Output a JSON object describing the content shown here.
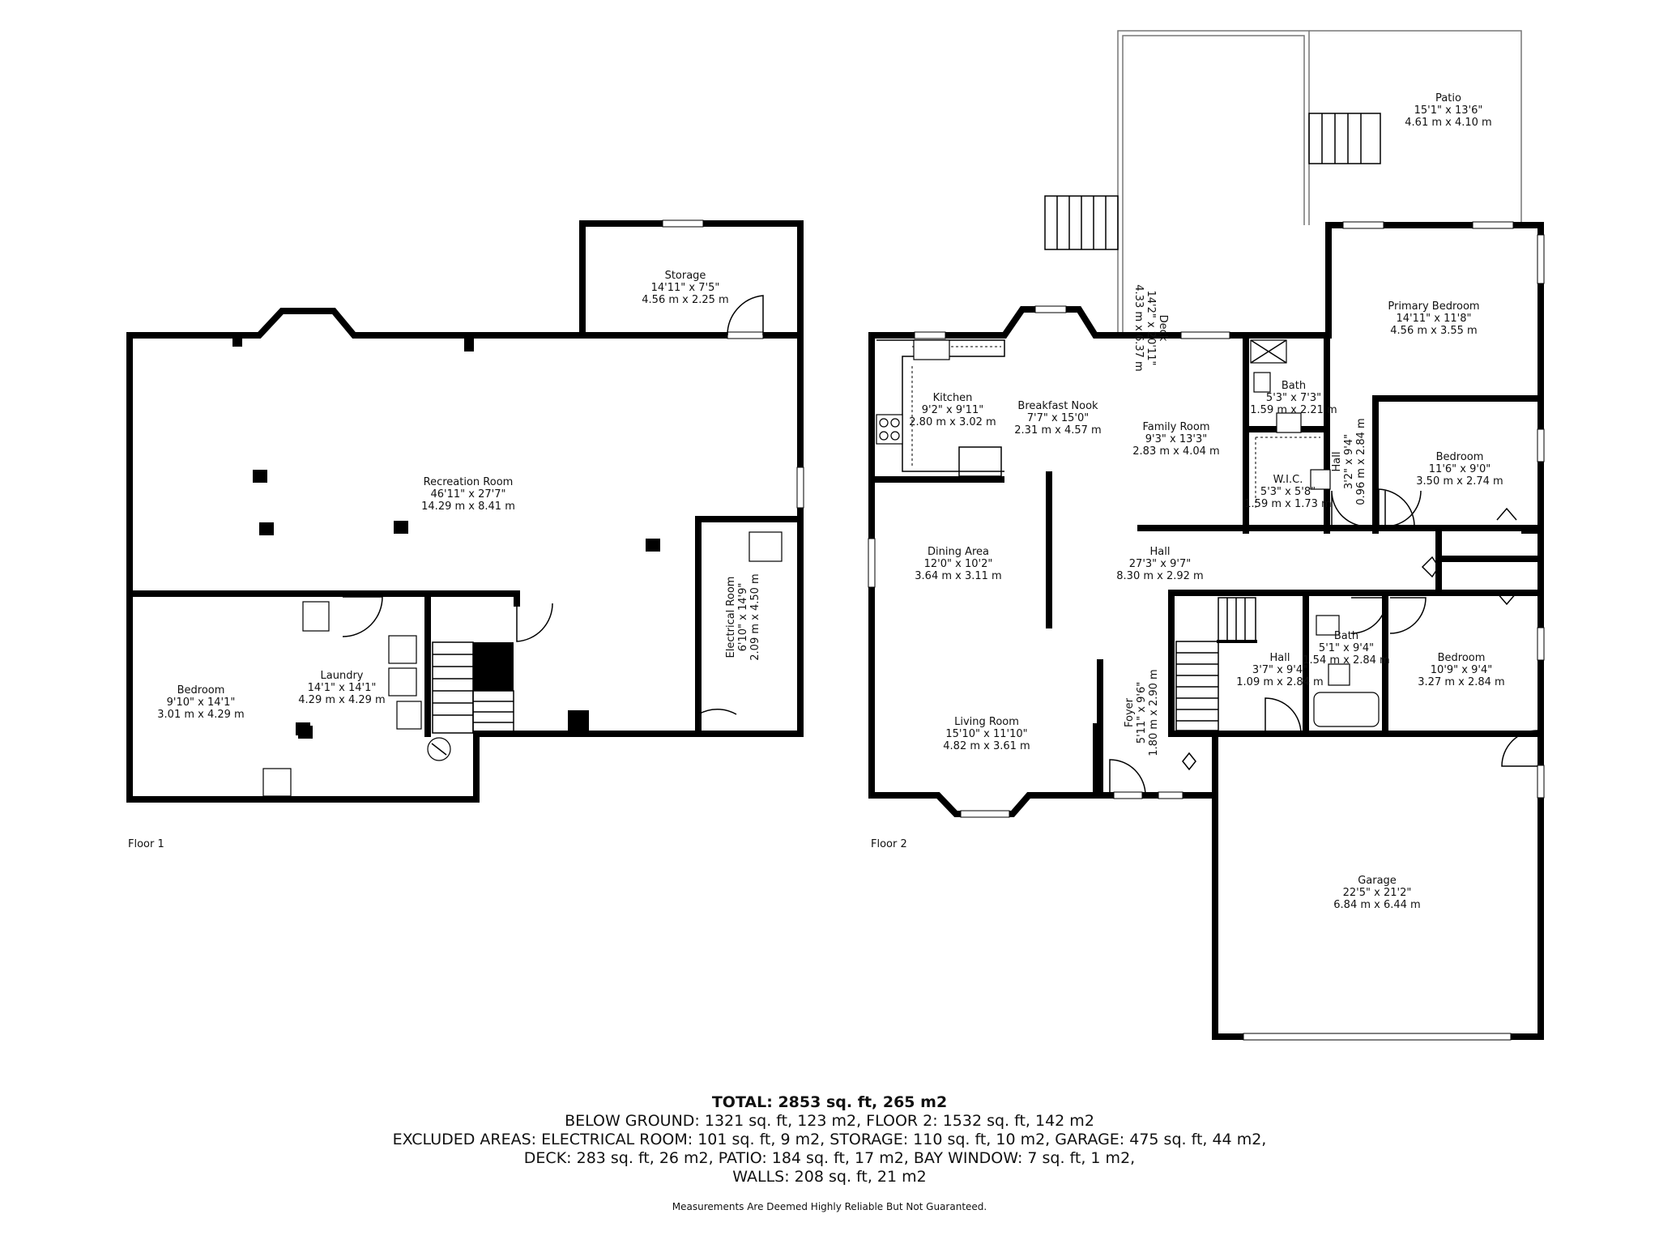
{
  "floors": [
    {
      "label": "Floor 1",
      "rooms": [
        {
          "name": "Storage",
          "dim_imperial": "14'11\" x 7'5\"",
          "dim_metric": "4.56 m x 2.25 m"
        },
        {
          "name": "Recreation Room",
          "dim_imperial": "46'11\" x 27'7\"",
          "dim_metric": "14.29 m x 8.41 m"
        },
        {
          "name": "Bedroom",
          "dim_imperial": "9'10\" x 14'1\"",
          "dim_metric": "3.01 m x 4.29 m"
        },
        {
          "name": "Laundry",
          "dim_imperial": "14'1\" x 14'1\"",
          "dim_metric": "4.29 m x 4.29 m"
        },
        {
          "name": "Electrical Room",
          "dim_imperial": "6'10\" x 14'9\"",
          "dim_metric": "2.09 m x 4.50 m"
        }
      ]
    },
    {
      "label": "Floor 2",
      "rooms": [
        {
          "name": "Patio",
          "dim_imperial": "15'1\" x 13'6\"",
          "dim_metric": "4.61 m x 4.10 m"
        },
        {
          "name": "Deck",
          "dim_imperial": "14'2\" x 20'11\"",
          "dim_metric": "4.33 m x 6.37 m"
        },
        {
          "name": "Primary Bedroom",
          "dim_imperial": "14'11\" x 11'8\"",
          "dim_metric": "4.56 m x 3.55 m"
        },
        {
          "name": "Kitchen",
          "dim_imperial": "9'2\" x 9'11\"",
          "dim_metric": "2.80 m x 3.02 m"
        },
        {
          "name": "Breakfast Nook",
          "dim_imperial": "7'7\" x 15'0\"",
          "dim_metric": "2.31 m x 4.57 m"
        },
        {
          "name": "Family Room",
          "dim_imperial": "9'3\" x 13'3\"",
          "dim_metric": "2.83 m x 4.04 m"
        },
        {
          "name": "Bath",
          "dim_imperial": "5'3\" x 7'3\"",
          "dim_metric": "1.59 m x 2.21 m"
        },
        {
          "name": "W.I.C.",
          "dim_imperial": "5'3\" x 5'8\"",
          "dim_metric": "1.59 m x 1.73 m"
        },
        {
          "name": "Hall",
          "dim_imperial": "3'2\" x 9'4\"",
          "dim_metric": "0.96 m x 2.84 m"
        },
        {
          "name": "Bedroom",
          "dim_imperial": "11'6\" x 9'0\"",
          "dim_metric": "3.50 m x 2.74 m"
        },
        {
          "name": "Dining Area",
          "dim_imperial": "12'0\" x 10'2\"",
          "dim_metric": "3.64 m x 3.11 m"
        },
        {
          "name": "Hall",
          "dim_imperial": "27'3\" x 9'7\"",
          "dim_metric": "8.30 m x 2.92 m"
        },
        {
          "name": "Hall",
          "dim_imperial": "3'7\" x 9'4\"",
          "dim_metric": "1.09 m x 2.84 m"
        },
        {
          "name": "Bath",
          "dim_imperial": "5'1\" x 9'4\"",
          "dim_metric": "1.54 m x 2.84 m"
        },
        {
          "name": "Bedroom",
          "dim_imperial": "10'9\" x 9'4\"",
          "dim_metric": "3.27 m x 2.84 m"
        },
        {
          "name": "Living Room",
          "dim_imperial": "15'10\" x 11'10\"",
          "dim_metric": "4.82 m x 3.61 m"
        },
        {
          "name": "Foyer",
          "dim_imperial": "5'11\" x 9'6\"",
          "dim_metric": "1.80 m x 2.90 m"
        },
        {
          "name": "Garage",
          "dim_imperial": "22'5\" x 21'2\"",
          "dim_metric": "6.84 m x 6.44 m"
        }
      ]
    }
  ],
  "summary": {
    "total": "TOTAL: 2853 sq. ft, 265 m2",
    "lines": [
      "BELOW GROUND: 1321 sq. ft, 123 m2, FLOOR 2: 1532 sq. ft, 142 m2",
      "EXCLUDED AREAS: ELECTRICAL ROOM: 101 sq. ft, 9 m2, STORAGE: 110 sq. ft, 10 m2, GARAGE: 475 sq. ft, 44 m2,",
      "DECK: 283 sq. ft, 26 m2, PATIO: 184 sq. ft, 17 m2, BAY WINDOW: 7 sq. ft, 1 m2,",
      "WALLS: 208 sq. ft, 21 m2"
    ],
    "disclaimer": "Measurements Are Deemed Highly Reliable But Not Guaranteed."
  }
}
